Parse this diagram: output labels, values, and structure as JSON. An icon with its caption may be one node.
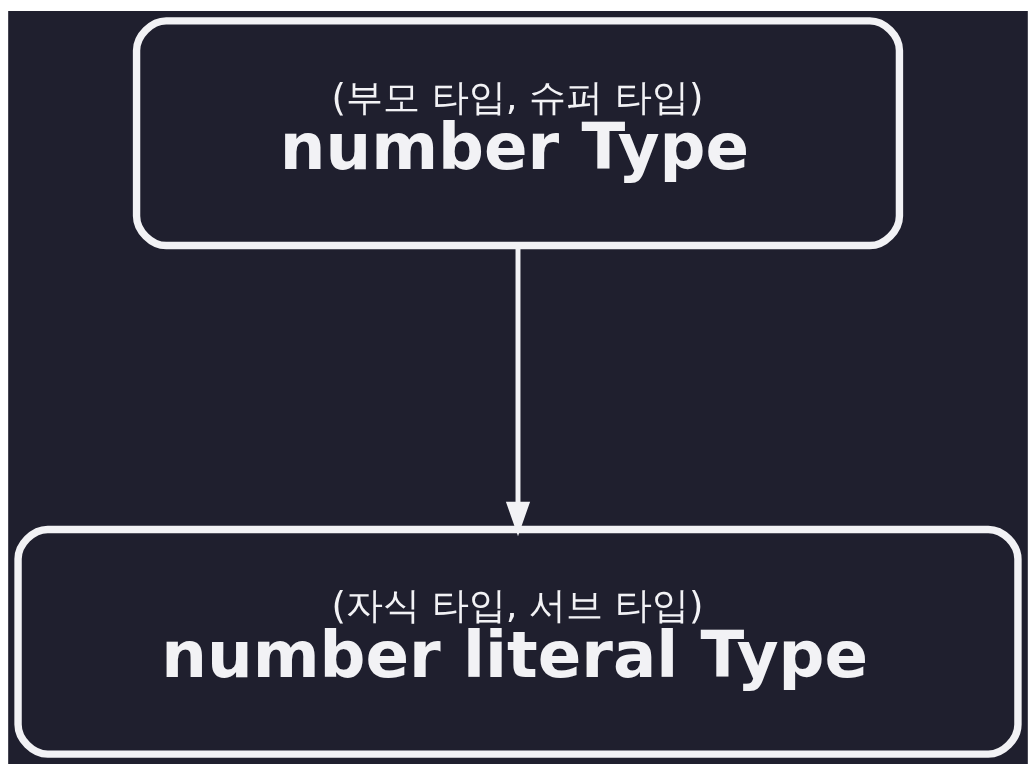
{
  "diagram": {
    "nodes": [
      {
        "text": [
          "(부모 타입, 슈퍼 타입)",
          "number Type"
        ]
      },
      {
        "text": [
          "(자식 타입, 서브 타입)",
          "number literal Type"
        ]
      }
    ],
    "edges": [
      {
        "from": 0,
        "to": 1,
        "arrow": "to"
      }
    ]
  }
}
